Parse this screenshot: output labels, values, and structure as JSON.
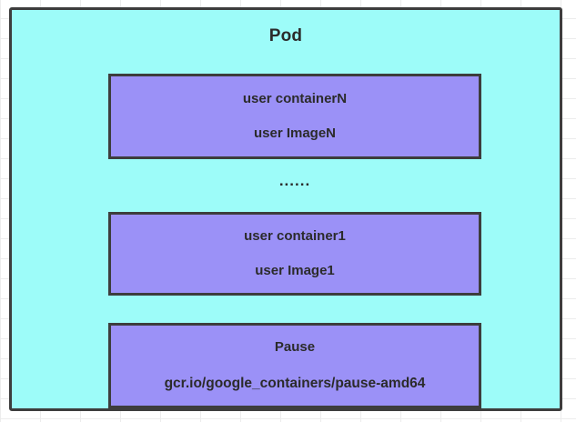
{
  "diagram": {
    "title": "Pod",
    "background": {
      "grid": true,
      "grid_color": "#ececec",
      "page_color": "#ffffff"
    },
    "pod": {
      "label": "Pod",
      "fill_color": "#9dfcf9",
      "border_color": "#3d3d3d"
    },
    "container_style": {
      "fill_color": "#9b91f7",
      "border_color": "#3d3d3d",
      "text_color": "#2b2b2b"
    },
    "containers": [
      {
        "name": "user containerN",
        "image": "user ImageN"
      },
      {
        "name": "user container1",
        "image": "user Image1"
      },
      {
        "name": "Pause",
        "image": "gcr.io/google_containers/pause-amd64"
      }
    ],
    "ellipsis": "......"
  }
}
